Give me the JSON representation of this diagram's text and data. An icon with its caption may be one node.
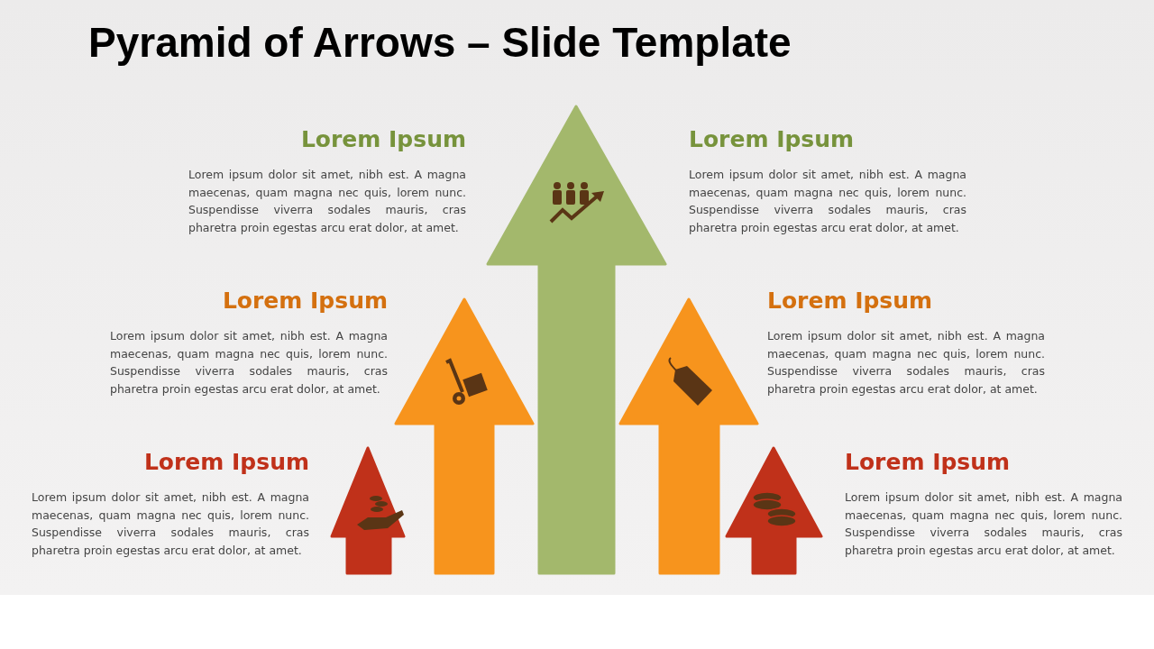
{
  "diagram": {
    "title": "Pyramid of Arrows – Slide Template",
    "labels": [
      "Lorem Ipsum",
      "Lorem ipsum dolor sit amet, nibh est. A magna maecenas, quam magna nec quis, lorem nunc. Suspendisse viverra sodales mauris, cras pharetra proin egestas arcu erat dolor, at amet.",
      "Lorem Ipsum",
      "Lorem ipsum dolor sit amet, nibh est. A magna maecenas, quam magna nec quis, lorem nunc. Suspendisse viverra sodales mauris, cras pharetra proin egestas arcu erat dolor, at amet.",
      "Lorem Ipsum",
      "Lorem ipsum dolor sit amet, nibh est. A magna maecenas, quam magna nec quis, lorem nunc. Suspendisse viverra sodales mauris, cras pharetra proin egestas arcu erat dolor, at amet.",
      "Lorem Ipsum",
      "Lorem ipsum dolor sit amet, nibh est. A magna maecenas, quam magna nec quis, lorem nunc. Suspendisse viverra sodales mauris, cras pharetra proin egestas arcu erat dolor, at amet.",
      "Lorem Ipsum",
      "Lorem ipsum dolor sit amet, nibh est. A magna maecenas, quam magna nec quis, lorem nunc. Suspendisse viverra sodales mauris, cras pharetra proin egestas arcu erat dolor, at amet.",
      "Lorem Ipsum",
      "Lorem ipsum dolor sit amet, nibh est. A magna maecenas, quam magna nec quis, lorem nunc. Suspendisse viverra sodales mauris, cras pharetra proin egestas arcu erat dolor, at amet."
    ]
  }
}
